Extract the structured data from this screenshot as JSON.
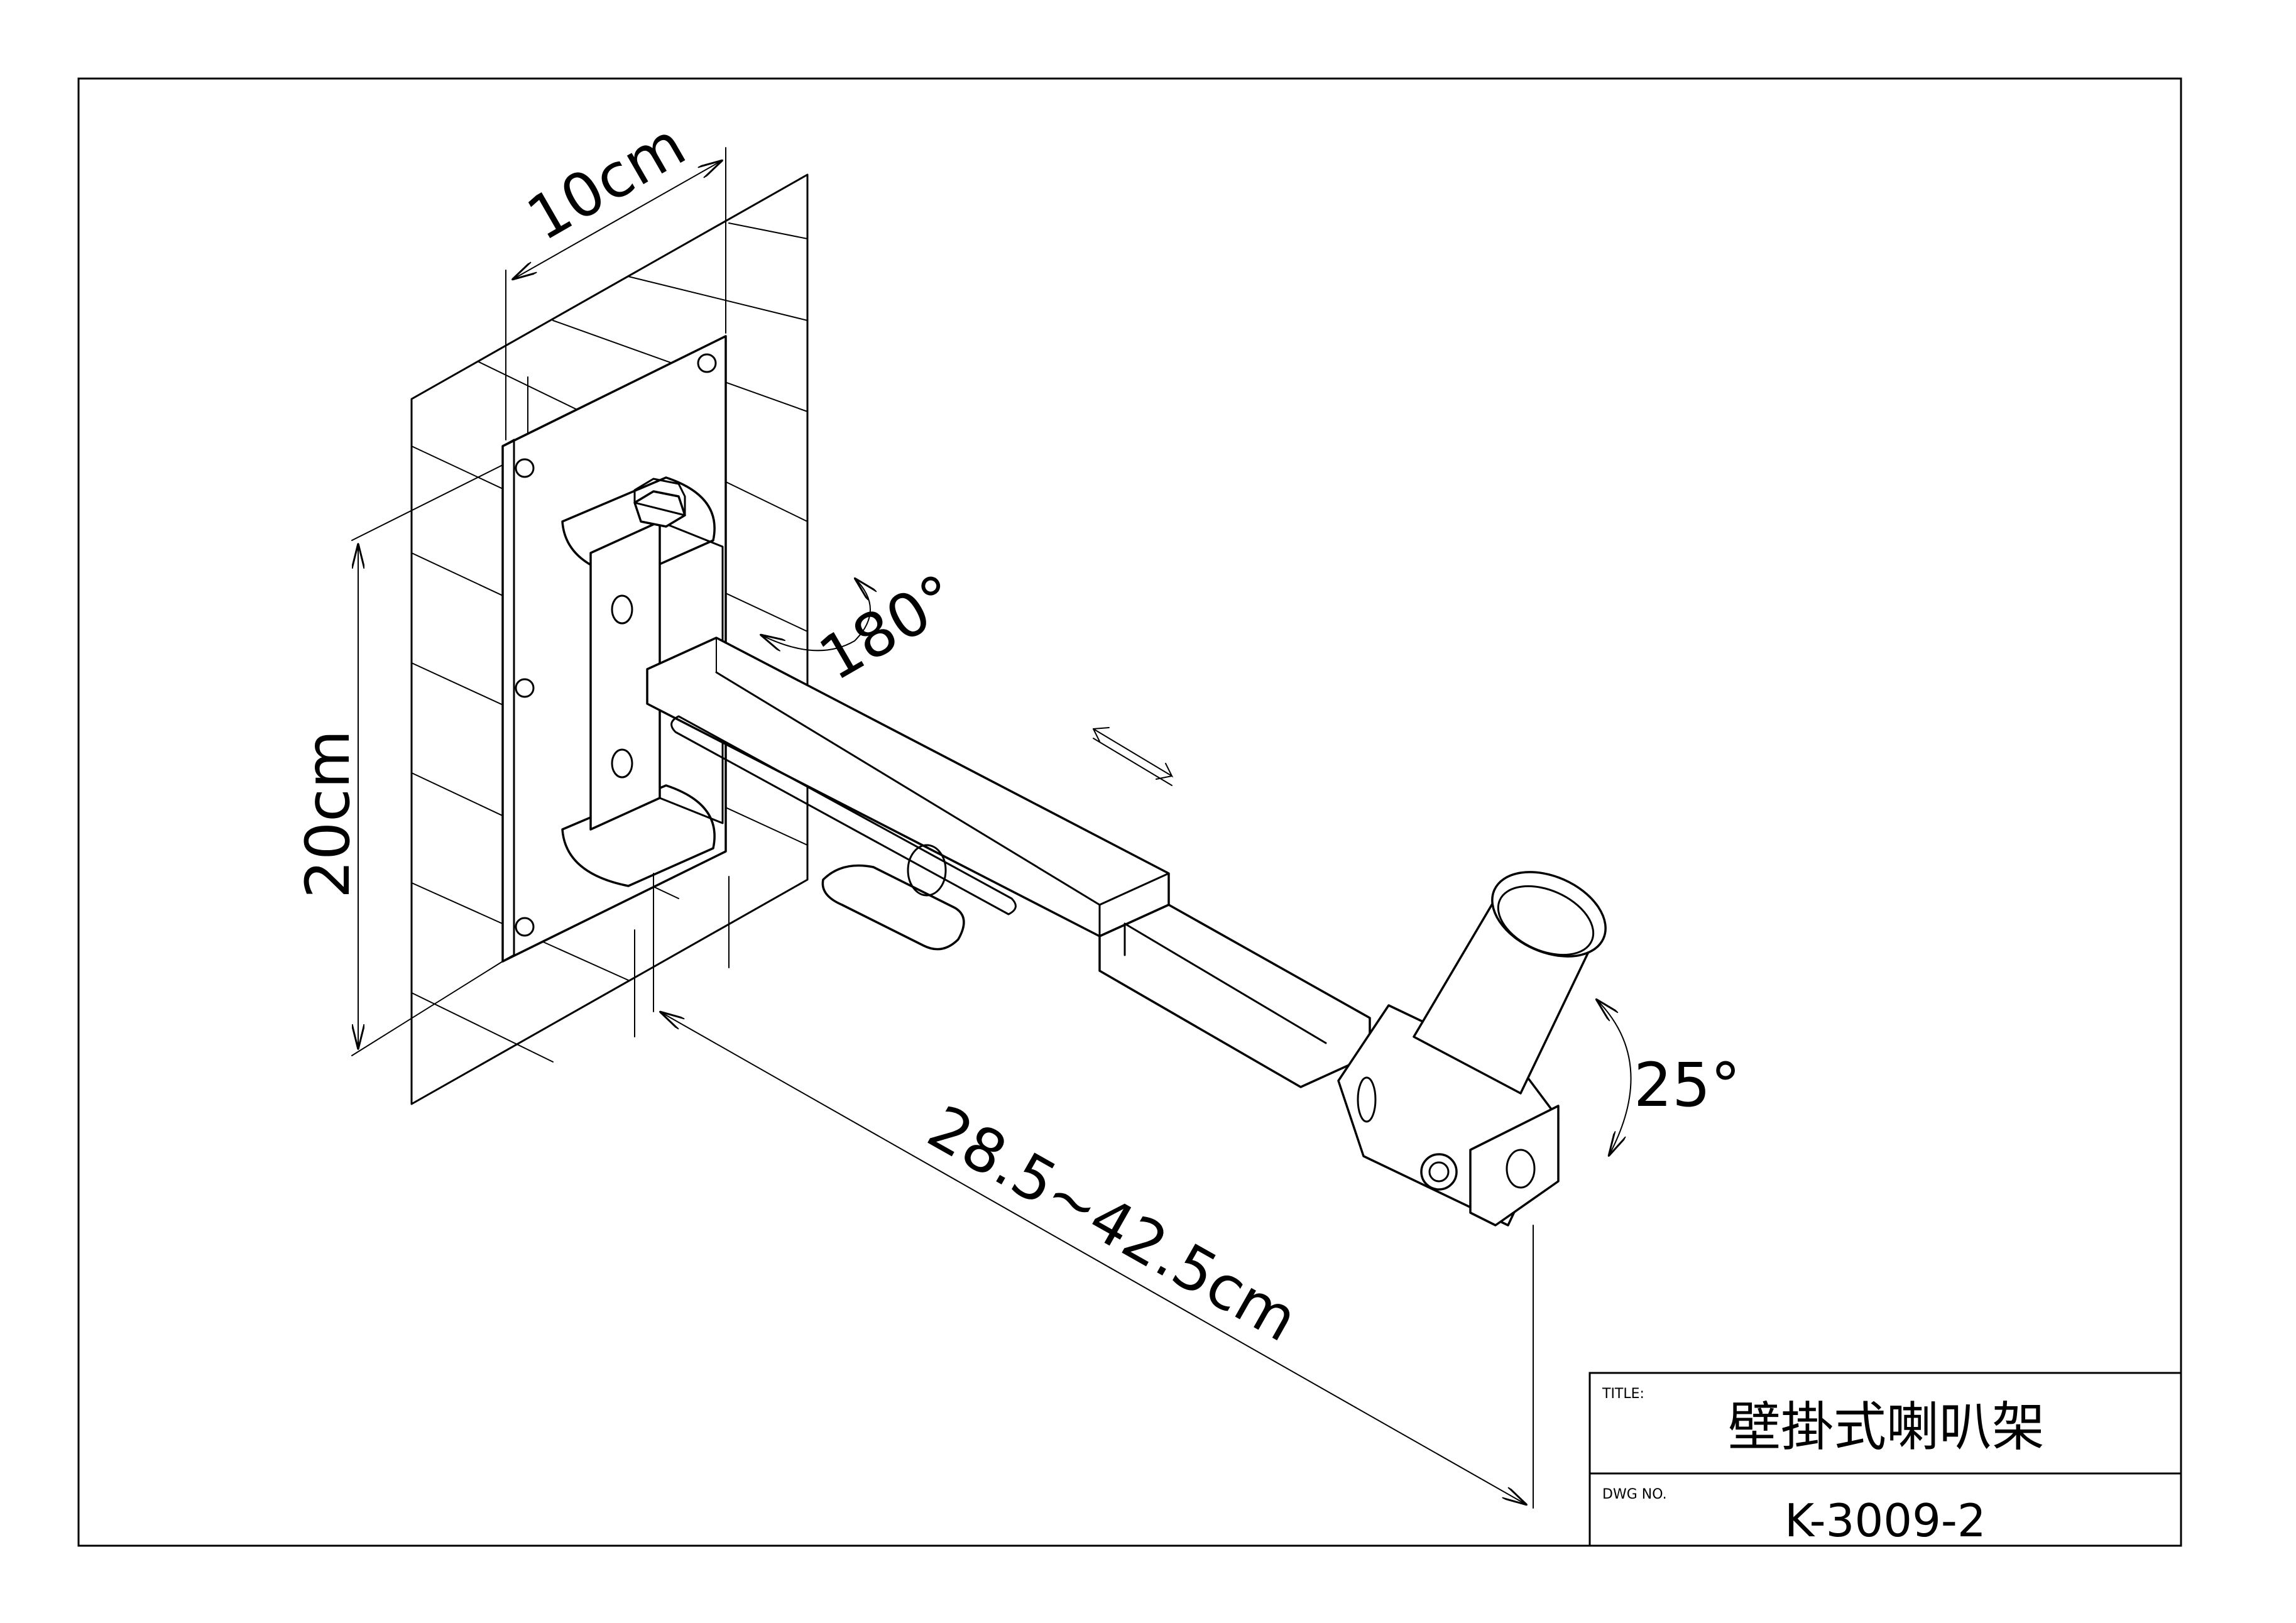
{
  "dimensions": {
    "width_label": "10cm",
    "height_label": "20cm",
    "length_label": "28.5~42.5cm",
    "rotation_label": "180°",
    "tilt_label": "25°"
  },
  "title_block": {
    "title_caption": "TITLE:",
    "title_value": "壁掛式喇叭架",
    "dwg_caption": "DWG NO.",
    "dwg_value": "K-3009-2"
  },
  "icons": {
    "rotation": "curved-arrow-icon",
    "extension": "double-arrow-icon",
    "tilt": "curved-arrow-icon"
  }
}
